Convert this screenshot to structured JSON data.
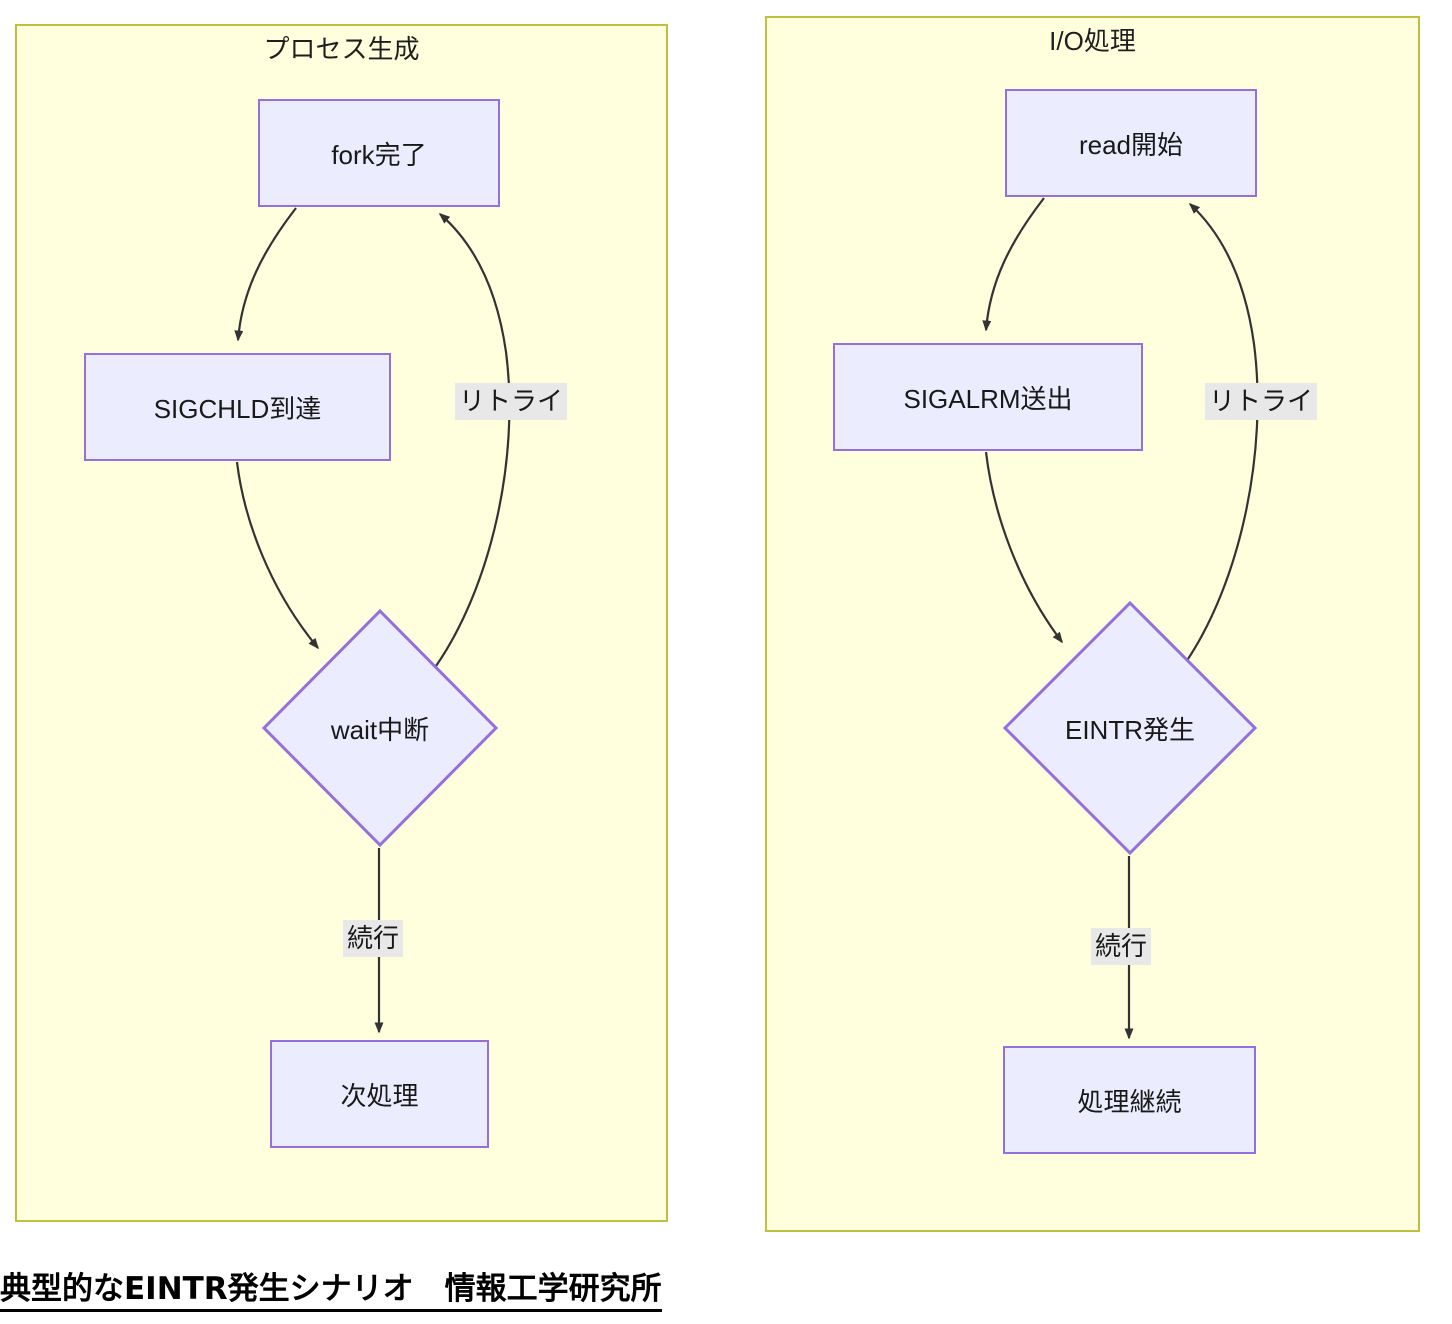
{
  "caption": "典型的なEINTR発生シナリオ　情報工学研究所",
  "colors": {
    "cluster_fill": "#ffffde",
    "cluster_border": "#bfbf41",
    "node_fill": "#ececff",
    "node_border": "#9370db",
    "edge_stroke": "#333333",
    "edge_label_bg": "#e8e8e8",
    "text": "#191919"
  },
  "clusters": [
    {
      "id": "process-creation",
      "title": "プロセス生成",
      "nodes": [
        {
          "id": "fork-done",
          "label": "fork完了",
          "shape": "rect"
        },
        {
          "id": "sigchld-arrive",
          "label": "SIGCHLD到達",
          "shape": "rect"
        },
        {
          "id": "wait-interrupt",
          "label": "wait中断",
          "shape": "diamond"
        },
        {
          "id": "next-process",
          "label": "次処理",
          "shape": "rect"
        }
      ],
      "edges": [
        {
          "from": "fork-done",
          "to": "sigchld-arrive",
          "label": ""
        },
        {
          "from": "sigchld-arrive",
          "to": "wait-interrupt",
          "label": ""
        },
        {
          "from": "wait-interrupt",
          "to": "fork-done",
          "label": "リトライ"
        },
        {
          "from": "wait-interrupt",
          "to": "next-process",
          "label": "続行"
        }
      ]
    },
    {
      "id": "io-processing",
      "title": "I/O処理",
      "nodes": [
        {
          "id": "read-start",
          "label": "read開始",
          "shape": "rect"
        },
        {
          "id": "sigalrm-send",
          "label": "SIGALRM送出",
          "shape": "rect"
        },
        {
          "id": "eintr-occur",
          "label": "EINTR発生",
          "shape": "diamond"
        },
        {
          "id": "process-cont",
          "label": "処理継続",
          "shape": "rect"
        }
      ],
      "edges": [
        {
          "from": "read-start",
          "to": "sigalrm-send",
          "label": ""
        },
        {
          "from": "sigalrm-send",
          "to": "eintr-occur",
          "label": ""
        },
        {
          "from": "eintr-occur",
          "to": "read-start",
          "label": "リトライ"
        },
        {
          "from": "eintr-occur",
          "to": "process-cont",
          "label": "続行"
        }
      ]
    }
  ]
}
